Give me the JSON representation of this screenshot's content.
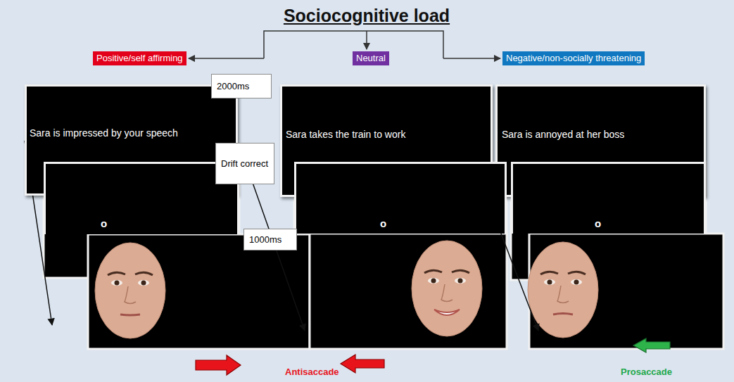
{
  "diagram": {
    "title": "Sociocognitive load",
    "nodes": [
      {
        "text": [
          "Positive/self affirming"
        ]
      },
      {
        "text": [
          "Neutral"
        ]
      },
      {
        "text": [
          "Negative/non-socially threatening"
        ]
      },
      {
        "text": [
          "Sara is impressed by your speech"
        ]
      },
      {
        "text": [
          "2000ms"
        ]
      },
      {
        "text": [
          "Sara takes the train to work"
        ]
      },
      {
        "text": [
          "Sara is annoyed at her boss"
        ]
      },
      {
        "text": [
          "o"
        ]
      },
      {
        "text": [
          "Drift correct"
        ]
      },
      {
        "text": [
          "o"
        ]
      },
      {
        "text": [
          "o"
        ]
      },
      {
        "text": [
          "1000ms"
        ]
      }
    ],
    "labels": [
      "Antisaccade",
      "Prosaccade"
    ]
  }
}
